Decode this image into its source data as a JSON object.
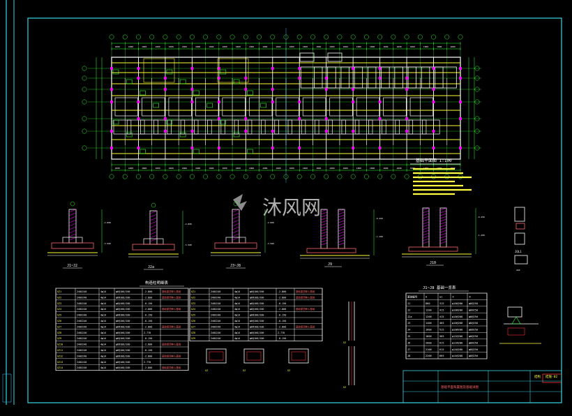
{
  "title_main": "基础平面图 1:100",
  "watermark": {
    "text": "沐风网"
  },
  "details": {
    "labels": [
      "J1~J2",
      "J2a",
      "J3~J8",
      "J9",
      "J10",
      "JQL1"
    ]
  },
  "table_left": {
    "title": "构造柱明细表",
    "rows": [
      [
        "GZ1",
        "240X240",
        "4φ14",
        "φ6@100/200",
        "-2.800",
        "基础梁顶伸入基础"
      ],
      [
        "GZ2",
        "240X240",
        "4φ14",
        "φ6@100/200",
        "-2.800",
        "基础梁顶伸入基础"
      ],
      [
        "GZ3",
        "240X240",
        "4φ14",
        "φ6@100/200",
        "-0.150",
        ""
      ],
      [
        "GZ4",
        "240X240",
        "4φ14",
        "φ6@100/200",
        "-2.800",
        "基础梁顶伸入基础"
      ],
      [
        "GZ5",
        "240X240",
        "4φ14",
        "φ6@100/200",
        "-0.150",
        ""
      ],
      [
        "GZ6",
        "240X240",
        "4φ14",
        "φ6@100/200",
        "-0.150",
        ""
      ],
      [
        "GZ7",
        "240X240",
        "4φ14",
        "φ6@100/200",
        "-2.800",
        "基础梁顶伸入基础"
      ],
      [
        "GZ8",
        "240X240",
        "4φ14",
        "φ6@100/200",
        "2.770",
        ""
      ],
      [
        "GZ9",
        "240X240",
        "4φ14",
        "φ6@100/200",
        "-0.150",
        ""
      ],
      [
        "GZ10",
        "240X240",
        "4φ14",
        "φ6@100/200",
        "-2.800",
        "基础梁顶伸入基础"
      ],
      [
        "GZ11",
        "240X240",
        "4φ14",
        "φ6@100/200",
        "-0.150",
        ""
      ],
      [
        "GZ12",
        "240X240",
        "4φ14",
        "φ6@100/200",
        "-2.800",
        "基础梁顶伸入基础"
      ],
      [
        "GZ13",
        "240X240",
        "4φ14",
        "φ6@100/200",
        "2.770",
        ""
      ],
      [
        "GZ14",
        "240X240",
        "4φ14",
        "φ6@100/200",
        "-2.800",
        "基础梁顶伸入基础"
      ]
    ]
  },
  "table_right": {
    "title": "J1~J8 基础一览表",
    "header": [
      "基础编号",
      "A",
      "a1",
      "①",
      "②"
    ],
    "rows": [
      [
        "J1",
        "800",
        "315",
        "φ10@200",
        "φ8@250"
      ],
      [
        "J2",
        "1200",
        "415",
        "φ10@200",
        "φ8@250"
      ],
      [
        "J2a",
        "1200",
        "415",
        "φ10@200",
        "φ8@250"
      ],
      [
        "J3",
        "1400",
        "465",
        "φ10@200",
        "φ8@250"
      ],
      [
        "J4",
        "1600",
        "515",
        "φ10@200",
        "φ8@250"
      ],
      [
        "J5",
        "1800",
        "565",
        "φ12@200",
        "φ8@250"
      ],
      [
        "J6",
        "2000",
        "615",
        "φ12@200",
        "φ8@250"
      ],
      [
        "J7",
        "2100",
        "615",
        "φ14@200",
        "φ8@250"
      ],
      [
        "J8",
        "2200",
        "665",
        "φ14@200",
        "φ8@250"
      ]
    ]
  },
  "title_block": {
    "project": "基础平面布置图及基础详图",
    "label_a": "结构",
    "label_b": "结施-02"
  }
}
